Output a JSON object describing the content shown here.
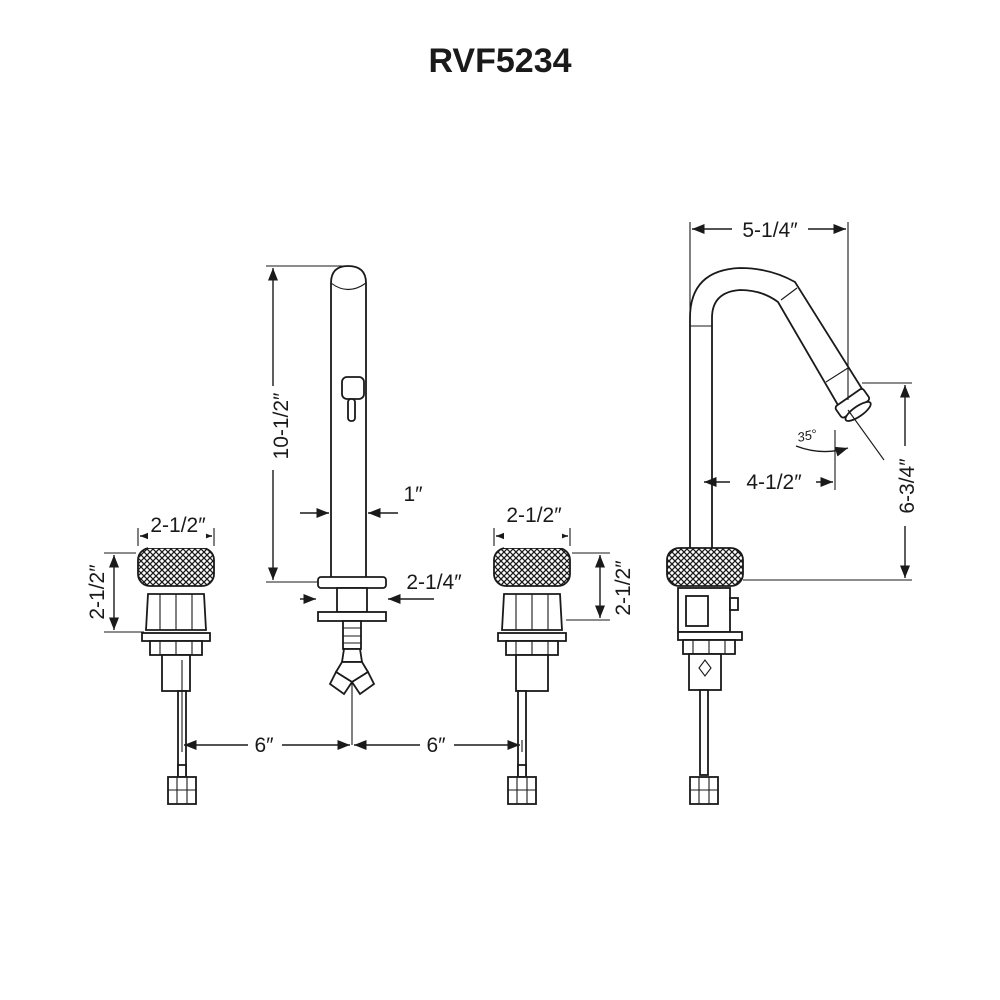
{
  "title": "RVF5234",
  "dimensions": {
    "left_handle_width": "2-1/2″",
    "left_handle_height": "2-1/2″",
    "spout_height": "10-1/2″",
    "spout_diameter": "1″",
    "spout_base": "2-1/4″",
    "right_handle_width": "2-1/2″",
    "right_handle_height": "2-1/2″",
    "side_reach_top": "5-1/4″",
    "side_reach_outlet": "4-1/2″",
    "side_outlet_height": "6-3/4″",
    "spray_angle": "35°",
    "spacing_left": "6″",
    "spacing_right": "6″"
  },
  "colors": {
    "line": "#1a1a1a",
    "background": "#ffffff"
  }
}
